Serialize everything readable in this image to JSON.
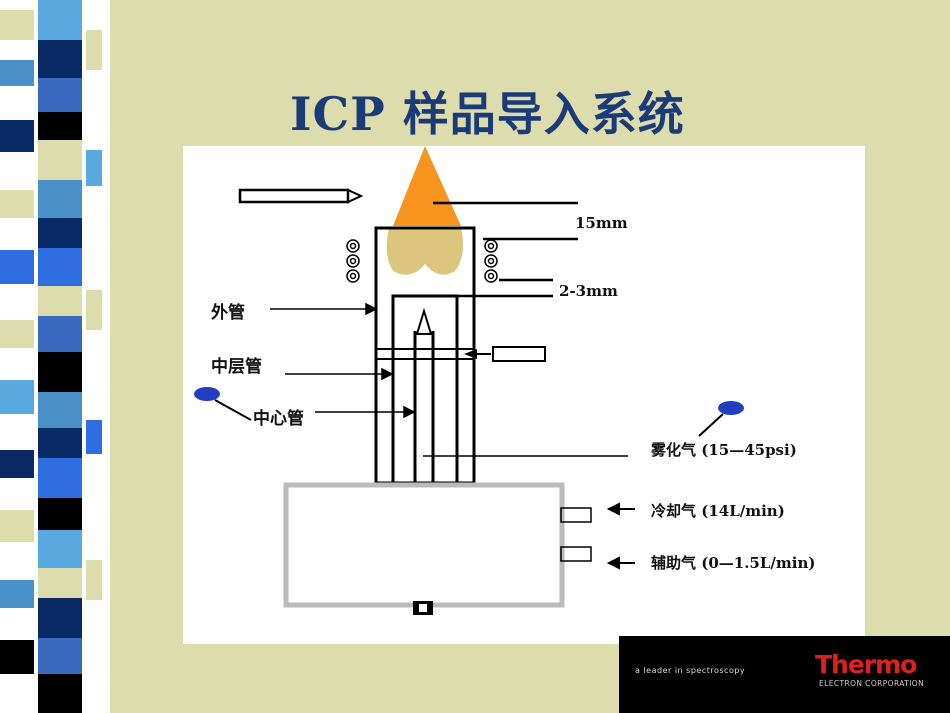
{
  "title": "ICP 样品导入系统",
  "labels": {
    "outer_tube": "外管",
    "middle_tube": "中层管",
    "center_tube": "中心管",
    "height_15": "15mm",
    "height_2_3": "2-3mm",
    "nebulizer_gas": "雾化气 (15—45psi)",
    "coolant_gas": "冷却气 (14L/min)",
    "auxiliary_gas": "辅助气 (0—1.5L/min)"
  },
  "brand": {
    "tagline": "a leader in spectroscopy",
    "logo": "Thermo",
    "sub": "ELECTRON CORPORATION"
  },
  "colors": {
    "background": "#dcdcac",
    "title": "#1a3a78",
    "flame": "#f7941d",
    "plasma_glow": "#d8c070",
    "droplet": "#1f3fbf",
    "logo_red": "#e02020"
  }
}
